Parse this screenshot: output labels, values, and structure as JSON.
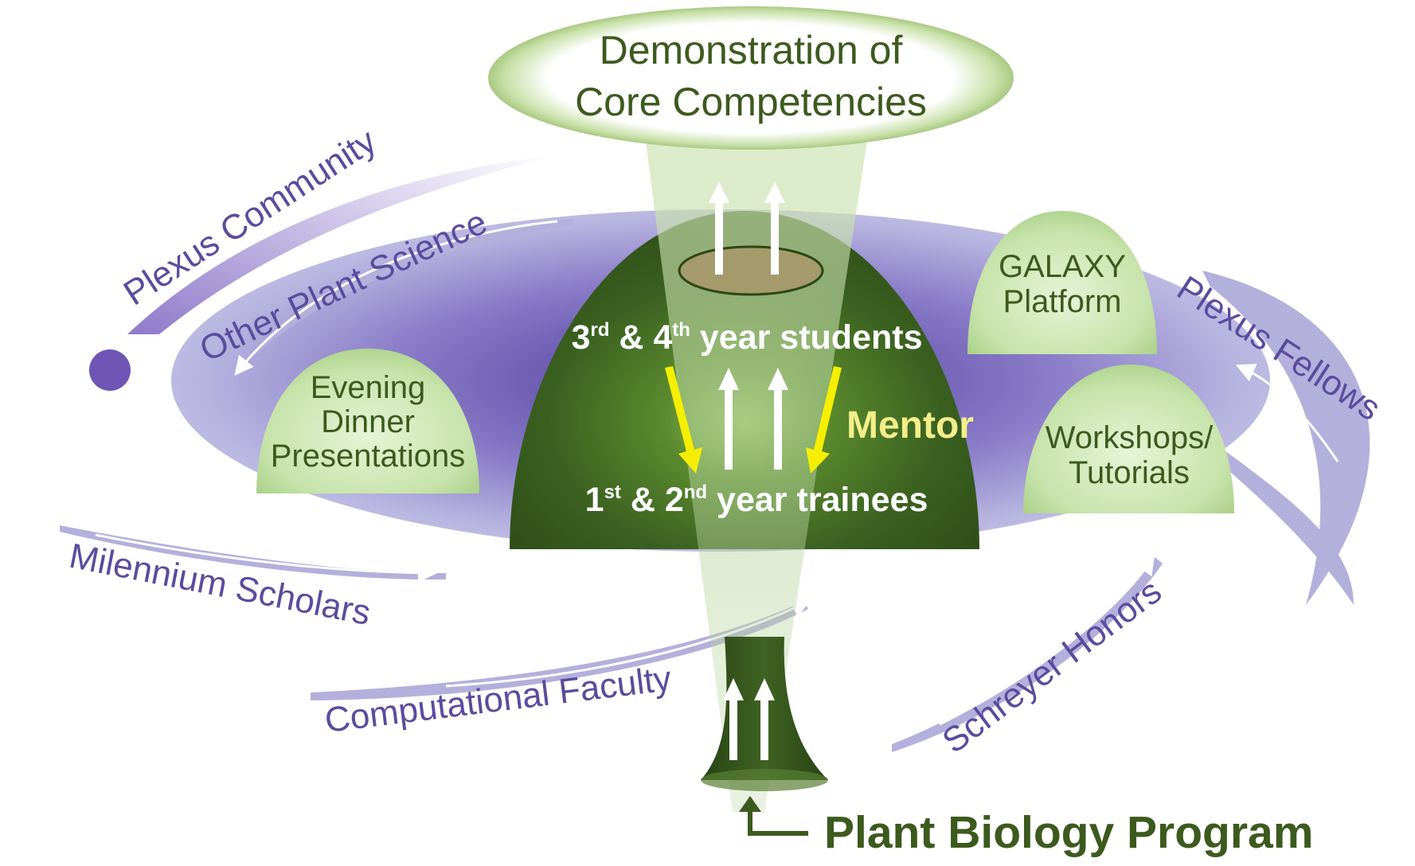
{
  "title": {
    "line1": "Demonstration of",
    "line2": "Core Competencies"
  },
  "center": {
    "upper": {
      "num1": "3",
      "sup1": "rd",
      "mid": " & ",
      "num2": "4",
      "sup2": "th",
      "rest": " year students"
    },
    "lower": {
      "num1": "1",
      "sup1": "st",
      "mid": " & ",
      "num2": "2",
      "sup2": "nd",
      "rest": " year trainees"
    },
    "mentor": "Mentor"
  },
  "domes": {
    "evening": [
      "Evening",
      "Dinner",
      "Presentations"
    ],
    "galaxy": [
      "GALAXY",
      "Platform"
    ],
    "workshops": [
      "Workshops/",
      "Tutorials"
    ]
  },
  "flows": {
    "plexus_community": "Plexus Community",
    "other_plant_science": "Other Plant Science",
    "plexus_fellows": "Plexus Fellows",
    "milennium_scholars": "Milennium Scholars",
    "computational_faculty": "Computational Faculty",
    "schreyer_honors": "Schreyer Honors"
  },
  "program": "Plant Biology Program",
  "colors": {
    "purple_text": "#5b4b9e",
    "purple_band": "#b3b0dc",
    "purple_deep": "#6a55b0",
    "dome_green_dark": "#2e4d18",
    "dome_green_mid": "#4a7a28",
    "light_green": "#c9e4b0",
    "green_text": "#3d5a1e",
    "mentor_yellow": "#f3ee8a",
    "arrow_yellow": "#f5ee00"
  }
}
